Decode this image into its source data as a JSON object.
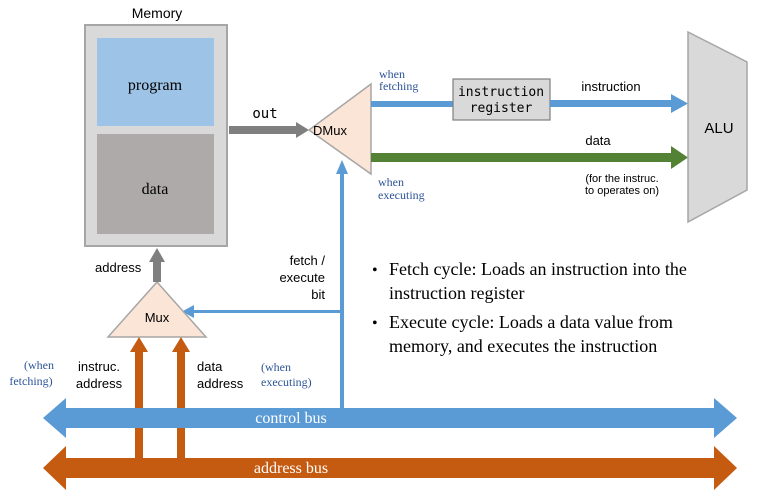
{
  "memory": {
    "title": "Memory",
    "program_label": "program",
    "data_label": "data"
  },
  "labels": {
    "out": "out",
    "dmux": "DMux",
    "mux": "Mux",
    "alu": "ALU",
    "instruction_register_line1": "instruction",
    "instruction_register_line2": "register",
    "when_fetching_top_1": "when",
    "when_fetching_top_2": "fetching",
    "when_executing_top_1": "when",
    "when_executing_top_2": "executing",
    "instruction": "instruction",
    "data": "data",
    "for_instruc_1": "(for the instruc.",
    "for_instruc_2": "to operates on)",
    "address": "address",
    "fetch_execute_1": "fetch /",
    "fetch_execute_2": "execute",
    "fetch_execute_3": "bit",
    "when_fetching_left_1": "(when",
    "when_fetching_left_2": "fetching)",
    "instruc_address_1": "instruc.",
    "instruc_address_2": "address",
    "data_address_1": "data",
    "data_address_2": "address",
    "when_executing_left_1": "(when",
    "when_executing_left_2": "executing)",
    "control_bus": "control bus",
    "address_bus": "address bus"
  },
  "bullets": [
    {
      "line1": "Fetch cycle: Loads an instruction into the",
      "line2": "instruction register"
    },
    {
      "line1": "Execute cycle: Loads a data value from",
      "line2": "memory, and executes the instruction"
    }
  ],
  "colors": {
    "blue_arrow": "#5b9bd5",
    "green_arrow": "#548235",
    "orange_bus": "#c55a11",
    "gray_arrow": "#7f7f7f",
    "program_fill": "#9dc3e6",
    "data_fill": "#aeaaaa",
    "memory_fill": "#d9d9d9",
    "mux_fill": "#fbe5d6",
    "alu_fill": "#d9d9d9",
    "annotation_blue": "#2e5597"
  }
}
